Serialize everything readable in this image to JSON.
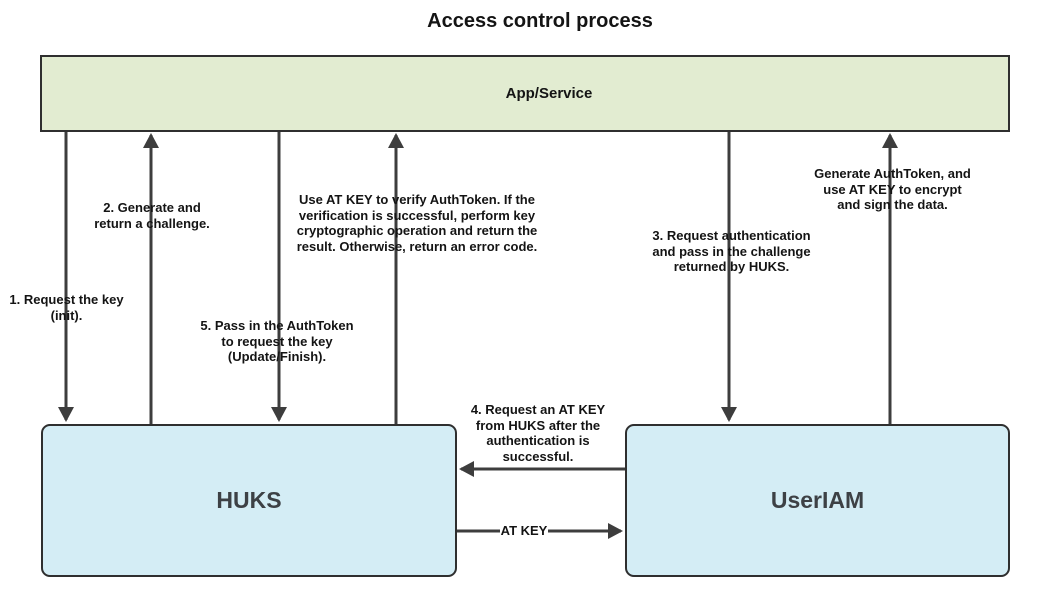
{
  "title": "Access control process",
  "boxes": {
    "app_service": {
      "label": "App/Service"
    },
    "huks": {
      "label": "HUKS"
    },
    "useriam": {
      "label": "UserIAM"
    }
  },
  "annotations": {
    "step1": "1. Request the key\n(init).",
    "step2": "2. Generate and\nreturn a challenge.",
    "step3": "3. Request authentication\nand pass in the challenge\nreturned by HUKS.",
    "step4": "4. Request an AT KEY\nfrom HUKS after the\nauthentication is\nsuccessful.",
    "step5": "5. Pass in the AuthToken\nto request the key\n(Update/Finish).",
    "verify_note": "Use AT KEY to verify AuthToken. If the\nverification is successful, perform key\ncryptographic operation and return the\nresult. Otherwise, return an error code.",
    "generate_note": "Generate AuthToken, and\nuse AT KEY to encrypt\nand sign the data.",
    "at_key": "AT KEY"
  },
  "colors": {
    "app_box_fill": "#e2ecd1",
    "entity_box_fill": "#d4edf5",
    "box_border": "#2f2f2f",
    "arrow": "#3d3d3d",
    "text": "#141414",
    "entity_text": "#3d4145",
    "bg": "#ffffff"
  }
}
